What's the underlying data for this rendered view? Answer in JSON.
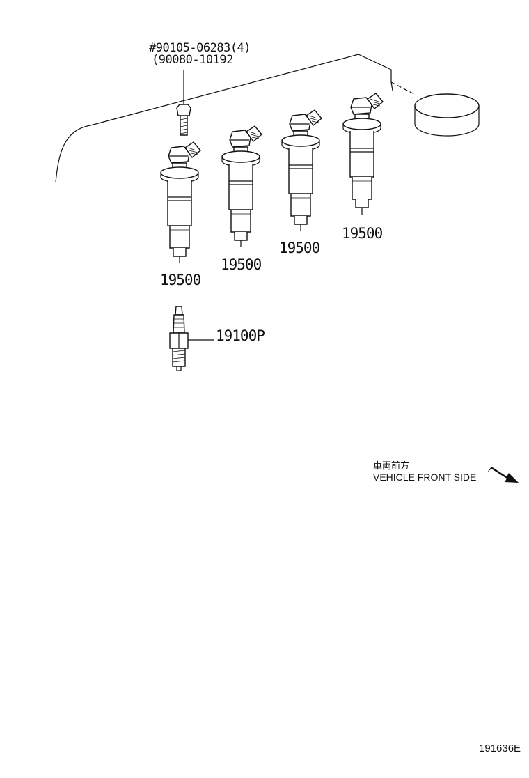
{
  "bolt": {
    "line1": "#90105-06283(4)",
    "line2": "(90080-10192"
  },
  "parts": {
    "coil_1": "19500",
    "coil_2": "19500",
    "coil_3": "19500",
    "coil_4": "19500",
    "spark_plug": "19100P"
  },
  "orientation": {
    "japanese": "車両前方",
    "english": "VEHICLE FRONT SIDE"
  },
  "illustration_code": "191636E"
}
